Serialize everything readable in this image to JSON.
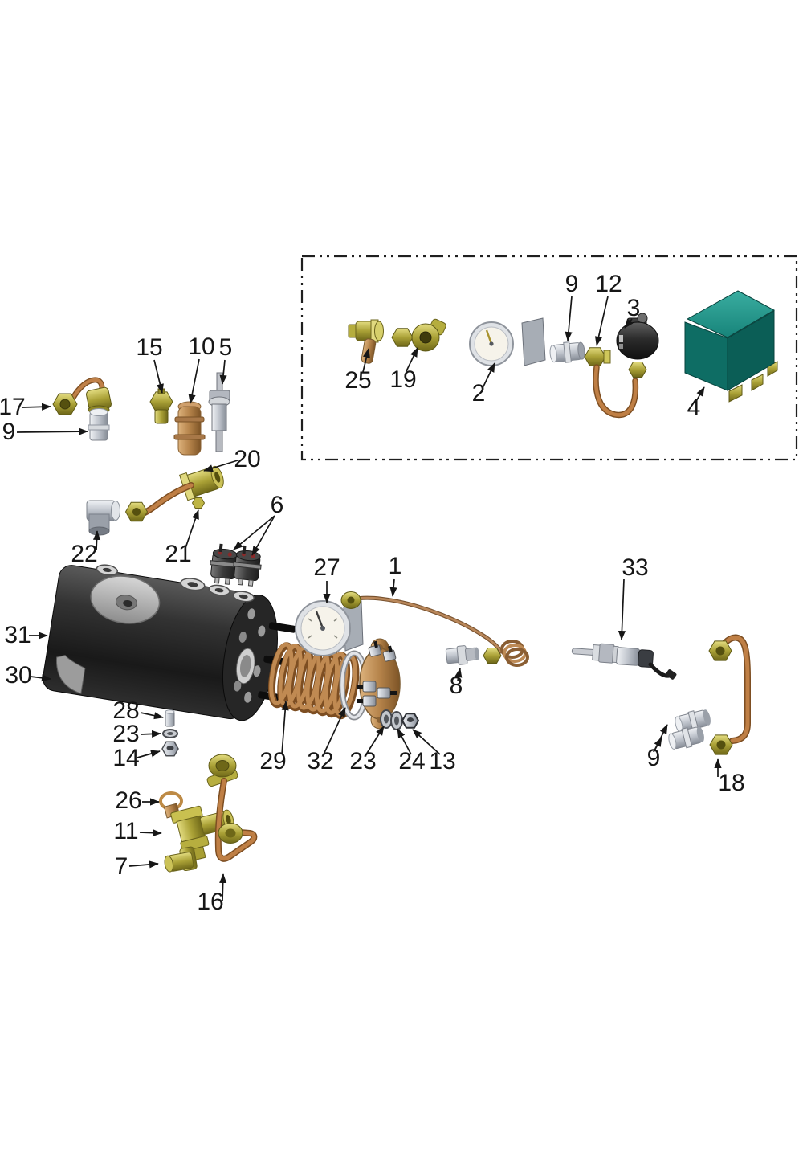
{
  "figure": {
    "kind": "exploded-parts-diagram",
    "subject": "boiler assembly exploded view",
    "background": "#ffffff",
    "label_ink": "#161616",
    "inset_border_style": "dash-dot"
  },
  "colors": {
    "brass": "#aaa136",
    "brass_light": "#e3dc80",
    "copper": "#bf7f45",
    "copper_dark": "#7d4e22",
    "silver": "#bfc4cc",
    "bronze": "#b5834a",
    "boiler_black": "#1a1a1a",
    "teal_box": "#17847a"
  },
  "callouts": [
    {
      "label": "25",
      "part": "brass-elbow-valve"
    },
    {
      "label": "19",
      "part": "brass-elbow-fitting"
    },
    {
      "label": "2",
      "part": "small-pressure-gauge"
    },
    {
      "label": "9",
      "part": "silver-union-fitting"
    },
    {
      "label": "12",
      "part": "brass-nut"
    },
    {
      "label": "3",
      "part": "black-valve"
    },
    {
      "label": "4",
      "part": "teal-pressure-switch-box"
    },
    {
      "label": "17",
      "part": "copper-elbow-pipe"
    },
    {
      "label": "9",
      "part": "silver-union-fitting"
    },
    {
      "label": "15",
      "part": "brass-plug-fitting"
    },
    {
      "label": "10",
      "part": "bronze-valve"
    },
    {
      "label": "5",
      "part": "probe-sensor"
    },
    {
      "label": "20",
      "part": "brass-fitting-with-copper-pipe"
    },
    {
      "label": "21",
      "part": "small-brass-nut"
    },
    {
      "label": "22",
      "part": "gray-elbow-connector"
    },
    {
      "label": "6",
      "part": "element-terminals"
    },
    {
      "label": "31",
      "part": "boiler-body"
    },
    {
      "label": "30",
      "part": "sight-window"
    },
    {
      "label": "28",
      "part": "stud-pin"
    },
    {
      "label": "23",
      "part": "washer"
    },
    {
      "label": "14",
      "part": "nut"
    },
    {
      "label": "27",
      "part": "pressure-gauge"
    },
    {
      "label": "1",
      "part": "copper-capillary-tube"
    },
    {
      "label": "8",
      "part": "silver-nipple-fitting"
    },
    {
      "label": "29",
      "part": "heating-coil"
    },
    {
      "label": "32",
      "part": "gasket-oring"
    },
    {
      "label": "23",
      "part": "washer"
    },
    {
      "label": "24",
      "part": "washer"
    },
    {
      "label": "13",
      "part": "nut"
    },
    {
      "label": "33",
      "part": "temperature-sensor"
    },
    {
      "label": "9",
      "part": "silver-union-fittings"
    },
    {
      "label": "18",
      "part": "copper-pipe-with-nuts"
    },
    {
      "label": "26",
      "part": "bronze-ring-seal"
    },
    {
      "label": "11",
      "part": "brass-valve-body"
    },
    {
      "label": "7",
      "part": "brass-elbow-fitting"
    },
    {
      "label": "16",
      "part": "copper-pipe-loop"
    }
  ]
}
